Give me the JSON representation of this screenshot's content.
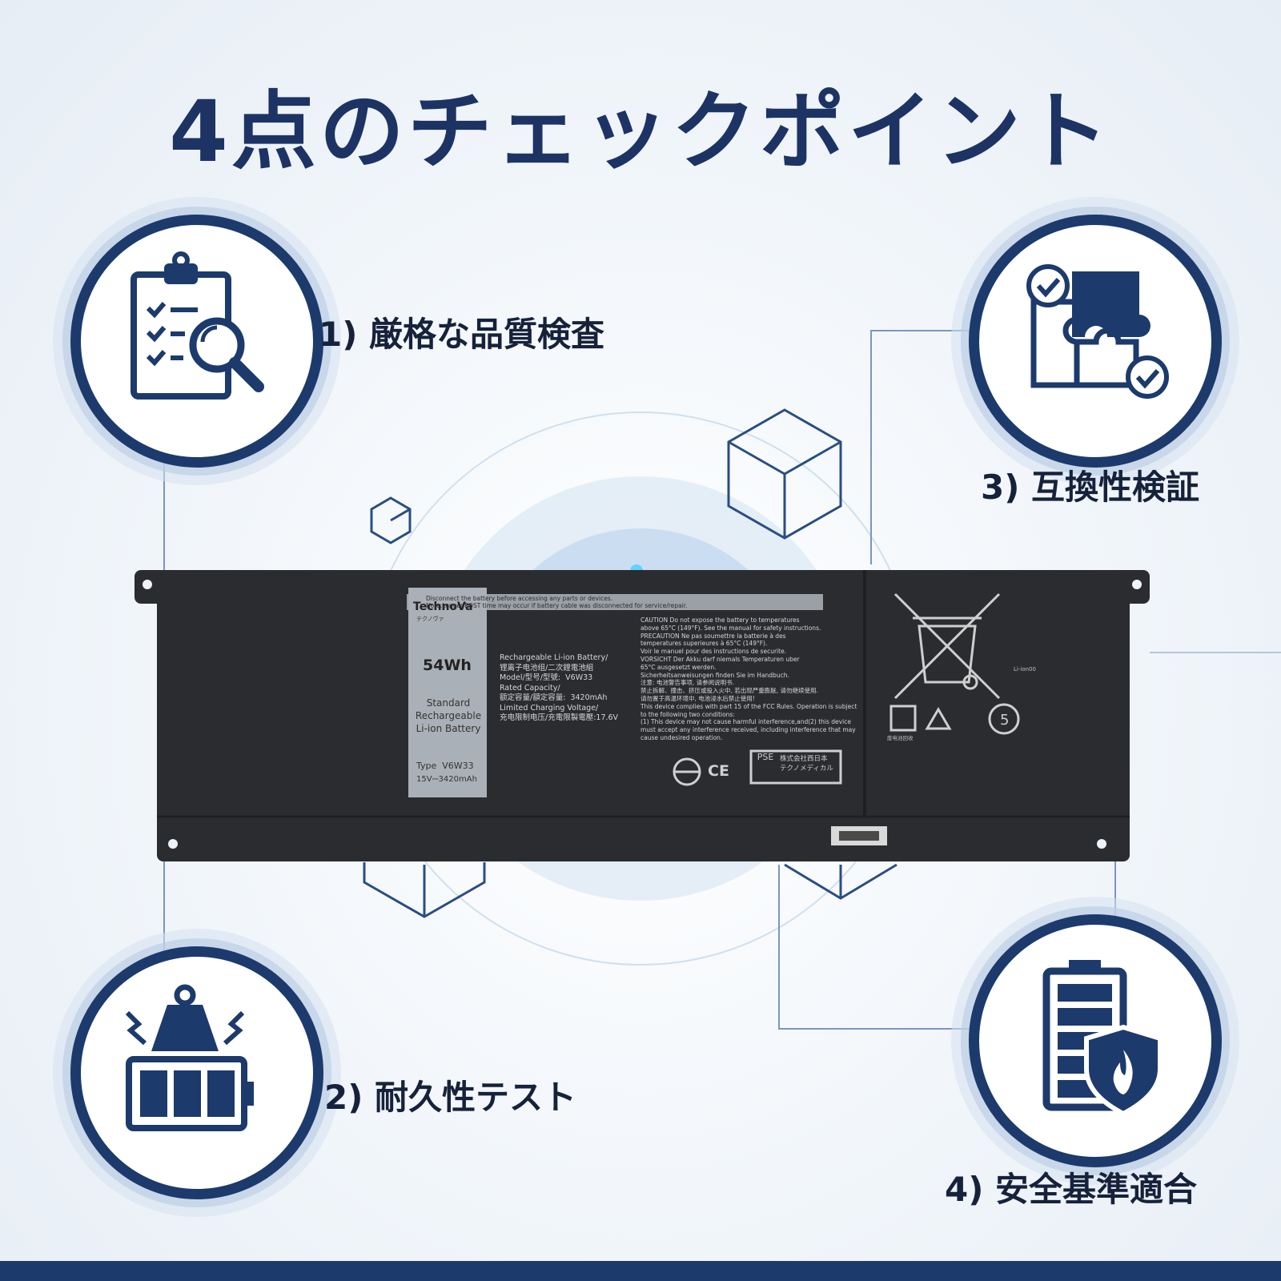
{
  "title": "4点のチェックポイント",
  "checkpoints": [
    {
      "label": "1) 厳格な品質検査",
      "icon": "clipboard-magnifier-icon"
    },
    {
      "label": "2) 耐久性テスト",
      "icon": "weight-battery-icon"
    },
    {
      "label": "3) 互換性検証",
      "icon": "puzzle-check-icon"
    },
    {
      "label": "4) 安全基準適合",
      "icon": "battery-shield-fire-icon"
    }
  ],
  "battery": {
    "brand": "TechnoVa",
    "brand_kana": "テクノヴァ",
    "capacity_wh": "54Wh",
    "description": "Standard\nRechargeable\nLi-ion Battery",
    "type": "Type  V6W33",
    "rating": "15V⎓3420mAh",
    "warning": "Disconnect the battery before accessing any parts or devices.\nNote:Longer POST time may occur if battery cable was disconnected for service/repair.",
    "specs": "Rechargeable Li-ion Battery/\n锂离子电池组/二次鋰電池組\nModel/型号/型號:  V6W33\nRated Capacity/\n额定容量/額定容量:  3420mAh\nLimited Charging Voltage/\n充电限制电压/充電限製電壓:17.6V",
    "caution": "CAUTION Do not expose the battery to temperatures\nabove 65°C (149°F). See the manual for safety instructions.\nPRECAUTION Ne pas soumettre la batterie à des\ntemperatures superieures à 65°C (149°F).\nVoir le manuel pour des instructions de securite.\nVORSICHT Der Akku darf niemals Temperaturen uber\n65°C ausgesetzt werden.\nSicherheitsanweisungen finden Sie im Handbuch.\n注意: 电池警告事项, 请参阅说明书.\n禁止拆解、撞击、挤压或投入火中, 若出现严重膨胀, 请勿继续使用.\n请勿置于高温环境中, 电池浸水后禁止使用!\nThis device complies with part 15 of the FCC Rules. Operation is subject\nto the following two conditions:\n(1) This device may not cause harmful interference,and(2) this device\nmust accept any interference received, including interference that may\ncause undesired operation.",
    "company": "株式会社西日本\nテクノメディカル",
    "pse": "PSE",
    "ce": "CE",
    "liion_mark": "Li-ion00",
    "recycle_text": "废电池回收",
    "cycle_number": "5"
  },
  "colors": {
    "navy": "#1c3a6c",
    "title": "#1c3364",
    "battery_body": "#2a2c30",
    "label_panel": "#aab0b7"
  }
}
